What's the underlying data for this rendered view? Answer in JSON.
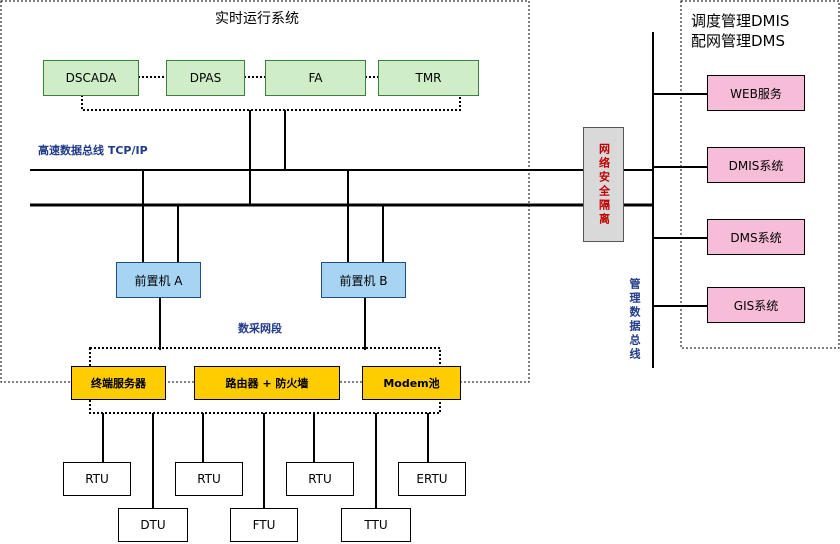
{
  "realtime_title": "实时运行系统",
  "dms_title_line1": "调度管理DMIS",
  "dms_title_line2": "配网管理DMS",
  "apps": [
    "DSCADA",
    "DPAS",
    "FA",
    "TMR"
  ],
  "bus_label": "高速数据总线 TCP/IP",
  "front_a": "前置机 A",
  "front_b": "前置机 B",
  "acq_label": "数采网段",
  "comm": [
    "终端服务器",
    "路由器 + 防火墙",
    "Modem池"
  ],
  "terminals_top": [
    "RTU",
    "RTU",
    "RTU",
    "ERTU"
  ],
  "terminals_bottom": [
    "DTU",
    "FTU",
    "TTU"
  ],
  "isolation": "网络安全隔离",
  "mgmt_bus": "管理数据总线",
  "mgmt_systems": [
    "WEB服务",
    "DMIS系统",
    "DMS系统",
    "GIS系统"
  ],
  "colors": {
    "app_box": "#cfeec8",
    "front_box": "#a8d4f4",
    "comm_box": "#ffcc00",
    "mgmt_box": "#f6bcd8",
    "isolation_box": "#d9d9d9",
    "label_blue": "#1f3a8a"
  }
}
